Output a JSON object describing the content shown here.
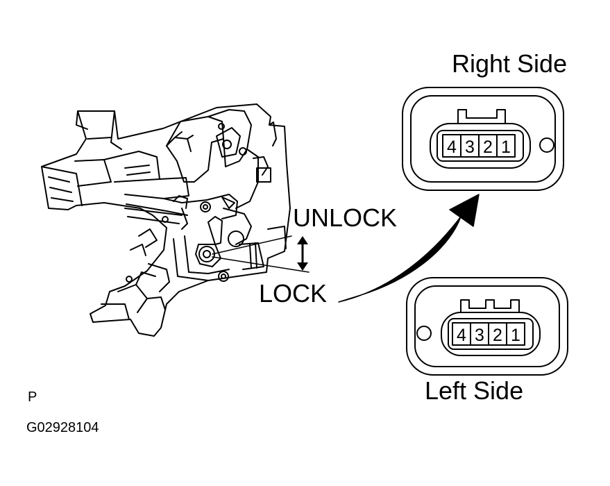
{
  "labels": {
    "right_side": "Right Side",
    "left_side": "Left Side",
    "unlock": "UNLOCK",
    "lock": "LOCK",
    "code_letter": "P",
    "figure_code": "G02928104"
  },
  "connectors": {
    "right": {
      "pins": [
        "4",
        "3",
        "2",
        "1"
      ]
    },
    "left": {
      "pins": [
        "4",
        "3",
        "2",
        "1"
      ]
    }
  },
  "icons": {
    "door-lock-assembly": "door-lock-actuator-icon",
    "arrow": "curved-arrow-icon",
    "travel": "double-arrow-icon"
  }
}
